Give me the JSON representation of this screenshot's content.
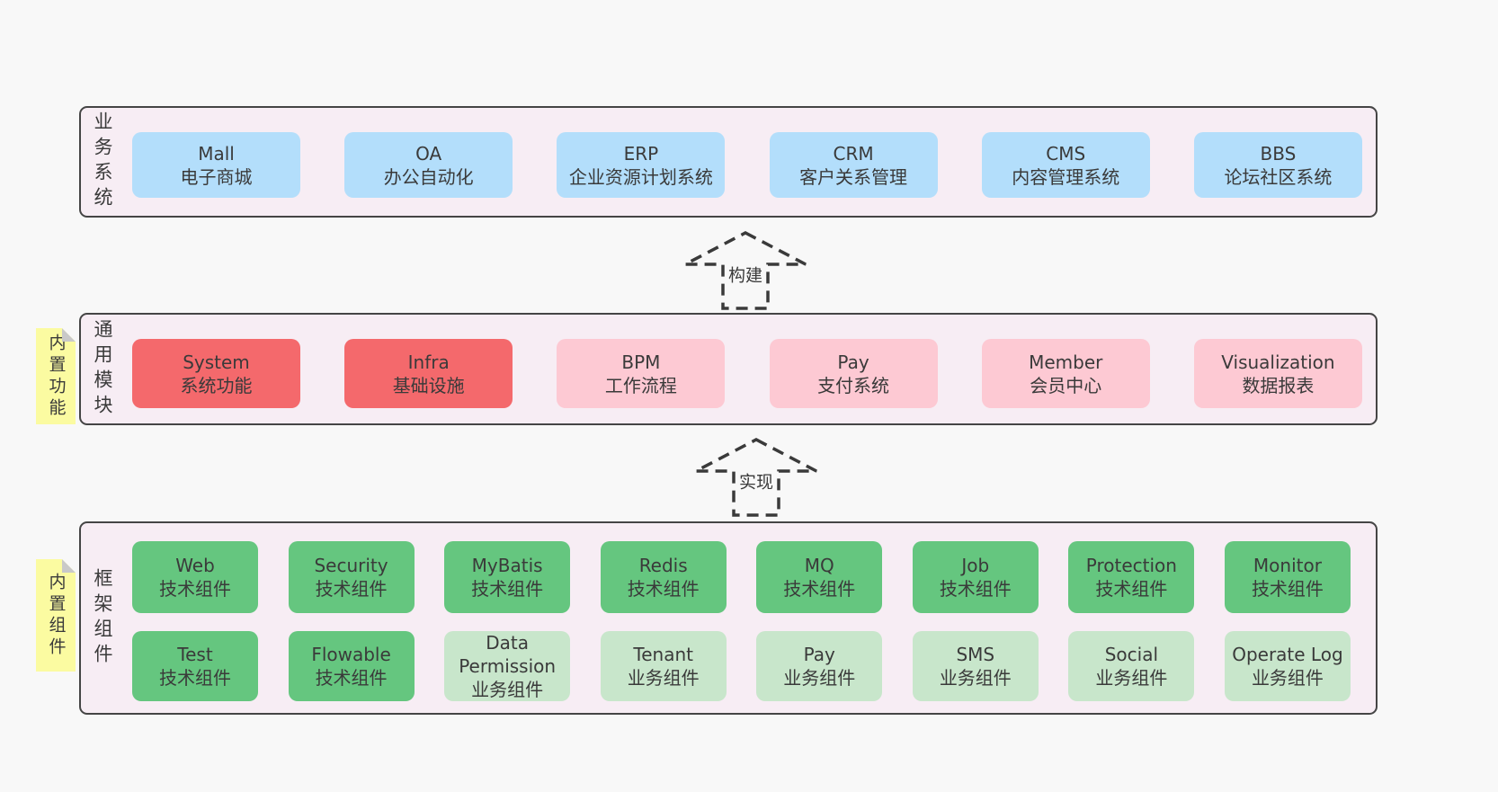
{
  "page": {
    "background": "#f8f8f8"
  },
  "diagram": {
    "layers": [
      {
        "label": "业务系统",
        "tag": null,
        "rows": [
          [
            {
              "title": "Mall",
              "subtitle": "电子商城",
              "color": "blue"
            },
            {
              "title": "OA",
              "subtitle": "办公自动化",
              "color": "blue"
            },
            {
              "title": "ERP",
              "subtitle": "企业资源计划系统",
              "color": "blue"
            },
            {
              "title": "CRM",
              "subtitle": "客户关系管理",
              "color": "blue"
            },
            {
              "title": "CMS",
              "subtitle": "内容管理系统",
              "color": "blue"
            },
            {
              "title": "BBS",
              "subtitle": "论坛社区系统",
              "color": "blue"
            }
          ]
        ]
      },
      {
        "label": "通用模块",
        "tag": "内置功能",
        "rows": [
          [
            {
              "title": "System",
              "subtitle": "系统功能",
              "color": "red"
            },
            {
              "title": "Infra",
              "subtitle": "基础设施",
              "color": "red"
            },
            {
              "title": "BPM",
              "subtitle": "工作流程",
              "color": "pink"
            },
            {
              "title": "Pay",
              "subtitle": "支付系统",
              "color": "pink"
            },
            {
              "title": "Member",
              "subtitle": "会员中心",
              "color": "pink"
            },
            {
              "title": "Visualization",
              "subtitle": "数据报表",
              "color": "pink"
            }
          ]
        ]
      },
      {
        "label": "框架组件",
        "tag": "内置组件",
        "rows": [
          [
            {
              "title": "Web",
              "subtitle": "技术组件",
              "color": "green"
            },
            {
              "title": "Security",
              "subtitle": "技术组件",
              "color": "green"
            },
            {
              "title": "MyBatis",
              "subtitle": "技术组件",
              "color": "green"
            },
            {
              "title": "Redis",
              "subtitle": "技术组件",
              "color": "green"
            },
            {
              "title": "MQ",
              "subtitle": "技术组件",
              "color": "green"
            },
            {
              "title": "Job",
              "subtitle": "技术组件",
              "color": "green"
            },
            {
              "title": "Protection",
              "subtitle": "技术组件",
              "color": "green"
            },
            {
              "title": "Monitor",
              "subtitle": "技术组件",
              "color": "green"
            }
          ],
          [
            {
              "title": "Test",
              "subtitle": "技术组件",
              "color": "green"
            },
            {
              "title": "Flowable",
              "subtitle": "技术组件",
              "color": "green"
            },
            {
              "title": "Data Permission",
              "subtitle": "业务组件",
              "color": "green-light"
            },
            {
              "title": "Tenant",
              "subtitle": "业务组件",
              "color": "green-light"
            },
            {
              "title": "Pay",
              "subtitle": "业务组件",
              "color": "green-light"
            },
            {
              "title": "SMS",
              "subtitle": "业务组件",
              "color": "green-light"
            },
            {
              "title": "Social",
              "subtitle": "业务组件",
              "color": "green-light"
            },
            {
              "title": "Operate Log",
              "subtitle": "业务组件",
              "color": "green-light"
            }
          ]
        ]
      }
    ],
    "arrows": [
      {
        "label": "构建"
      },
      {
        "label": "实现"
      }
    ],
    "colors": {
      "page_bg": "#f8f8f8",
      "layer_bg": "#f7edf4",
      "layer_border": "#454545",
      "box_blue": "#b3defb",
      "box_red": "#f4696c",
      "box_pink": "#fdc9d3",
      "box_green": "#65c67f",
      "box_green_light": "#c8e6cb",
      "tag_yellow": "#fbfba1",
      "tag_fold_gray": "#c9c9c9",
      "text": "#3a3a3a",
      "arrow_stroke": "#3a3a3a"
    }
  }
}
